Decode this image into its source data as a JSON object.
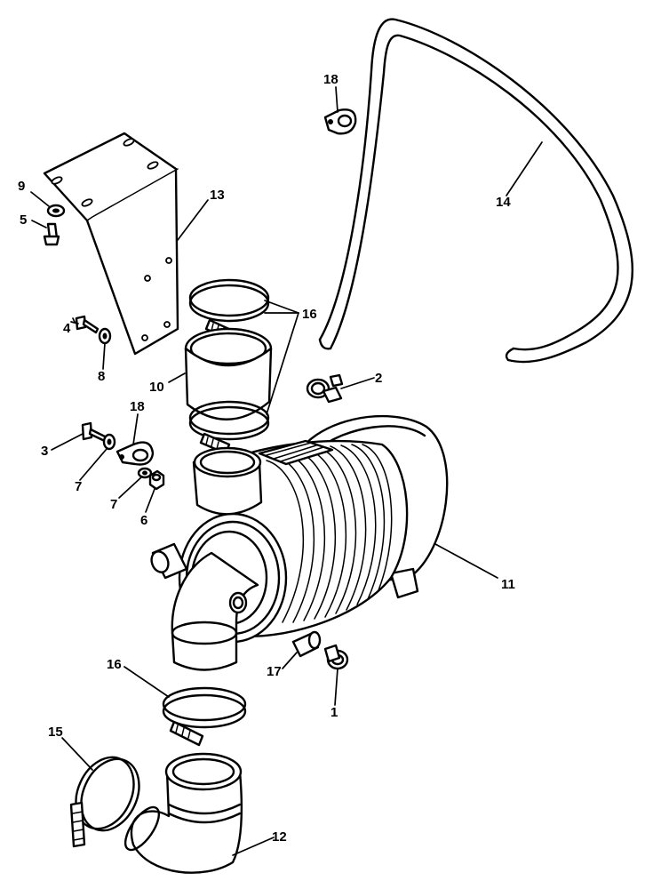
{
  "callouts": [
    {
      "id": "c1",
      "label": "1"
    },
    {
      "id": "c2",
      "label": "2"
    },
    {
      "id": "c3",
      "label": "3"
    },
    {
      "id": "c4",
      "label": "4"
    },
    {
      "id": "c5",
      "label": "5"
    },
    {
      "id": "c6",
      "label": "6"
    },
    {
      "id": "c7a",
      "label": "7"
    },
    {
      "id": "c7b",
      "label": "7"
    },
    {
      "id": "c8",
      "label": "8"
    },
    {
      "id": "c9",
      "label": "9"
    },
    {
      "id": "c10",
      "label": "10"
    },
    {
      "id": "c11",
      "label": "11"
    },
    {
      "id": "c12",
      "label": "12"
    },
    {
      "id": "c13",
      "label": "13"
    },
    {
      "id": "c14",
      "label": "14"
    },
    {
      "id": "c15",
      "label": "15"
    },
    {
      "id": "c16a",
      "label": "16"
    },
    {
      "id": "c16b",
      "label": "16"
    },
    {
      "id": "c17",
      "label": "17"
    },
    {
      "id": "c18a",
      "label": "18"
    },
    {
      "id": "c18b",
      "label": "18"
    }
  ]
}
